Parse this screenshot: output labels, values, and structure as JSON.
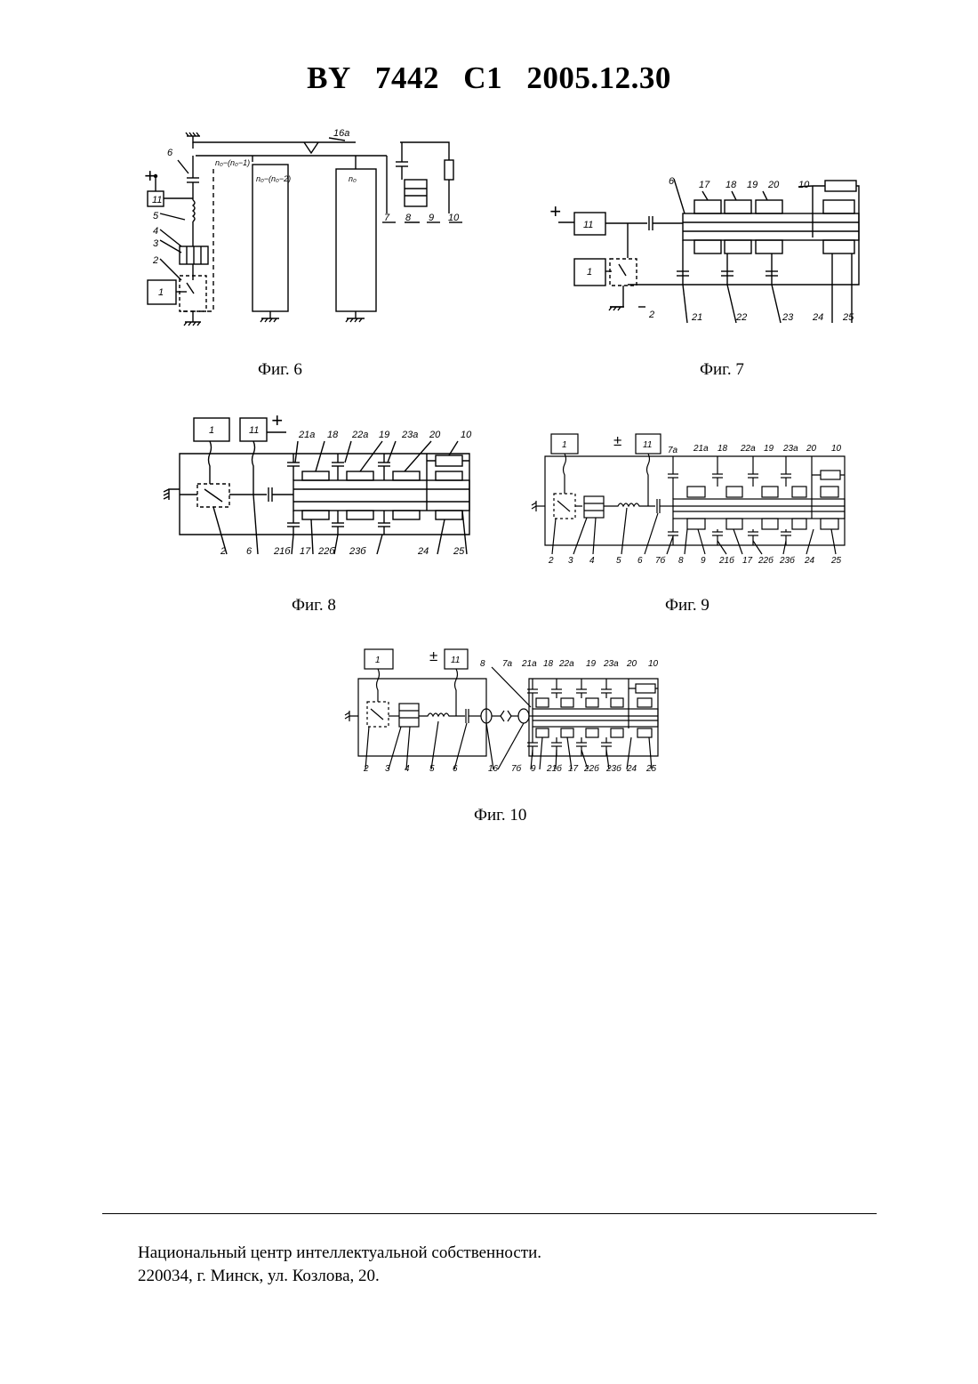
{
  "header": {
    "country": "BY",
    "number": "7442",
    "kind": "C1",
    "date": "2005.12.30"
  },
  "figures": {
    "fig6": {
      "caption": "Фиг. 6",
      "labels": {
        "n6": "6",
        "n16a": "16a",
        "n11": "11",
        "n5": "5",
        "n4": "4",
        "n3": "3",
        "n2": "2",
        "n1": "1",
        "n7": "7",
        "n8": "8",
        "n9": "9",
        "n10": "10",
        "plus": "+",
        "col1": "n₀−(n₀−1)",
        "col2": "n₀−(n₀−2)",
        "col3": "n₀"
      }
    },
    "fig7": {
      "caption": "Фиг. 7",
      "labels": {
        "n6": "6",
        "n17": "17",
        "n18": "18",
        "n19": "19",
        "n20": "20",
        "n10": "10",
        "n11": "11",
        "n1": "1",
        "n2": "2",
        "n21": "21",
        "n22": "22",
        "n23": "23",
        "n24": "24",
        "n25": "25",
        "plus": "+"
      }
    },
    "fig8": {
      "caption": "Фиг. 8",
      "labels": {
        "n1": "1",
        "n11": "11",
        "plus": "+",
        "n21a": "21a",
        "n18": "18",
        "n22a": "22a",
        "n19": "19",
        "n23a": "23a",
        "n20": "20",
        "n10": "10",
        "n2": "2",
        "n6": "6",
        "n21b": "21б",
        "n17": "17",
        "n22b": "22б",
        "n23b": "23б",
        "n24": "24",
        "n25": "25"
      }
    },
    "fig9": {
      "caption": "Фиг. 9",
      "labels": {
        "n1": "1",
        "pm": "±",
        "n11": "11",
        "n7a": "7a",
        "n21a": "21a",
        "n18": "18",
        "n22a": "22a",
        "n19": "19",
        "n23a": "23a",
        "n20": "20",
        "n10": "10",
        "n2": "2",
        "n3": "3",
        "n4": "4",
        "n5": "5",
        "n6": "6",
        "n7b": "7б",
        "n8": "8",
        "n9": "9",
        "n21b": "21б",
        "n17": "17",
        "n22b": "22б",
        "n23b": "23б",
        "n24": "24",
        "n25": "25"
      }
    },
    "fig10": {
      "caption": "Фиг. 10",
      "labels": {
        "n1": "1",
        "pm": "±",
        "n11": "11",
        "n8": "8",
        "n7a": "7a",
        "n21a": "21a",
        "n18": "18",
        "n22a": "22a",
        "n19": "19",
        "n23a": "23a",
        "n20": "20",
        "n10": "10",
        "n2": "2",
        "n3": "3",
        "n4": "4",
        "n5": "5",
        "n6": "6",
        "n16": "16",
        "n7b": "7б",
        "n9": "9",
        "n21b": "21б",
        "n17": "17",
        "n22b": "22б",
        "n23b": "23б",
        "n24": "24",
        "n25": "25"
      }
    }
  },
  "footer": {
    "line1": "Национальный центр интеллектуальной собственности.",
    "line2": "220034, г. Минск, ул. Козлова, 20."
  }
}
